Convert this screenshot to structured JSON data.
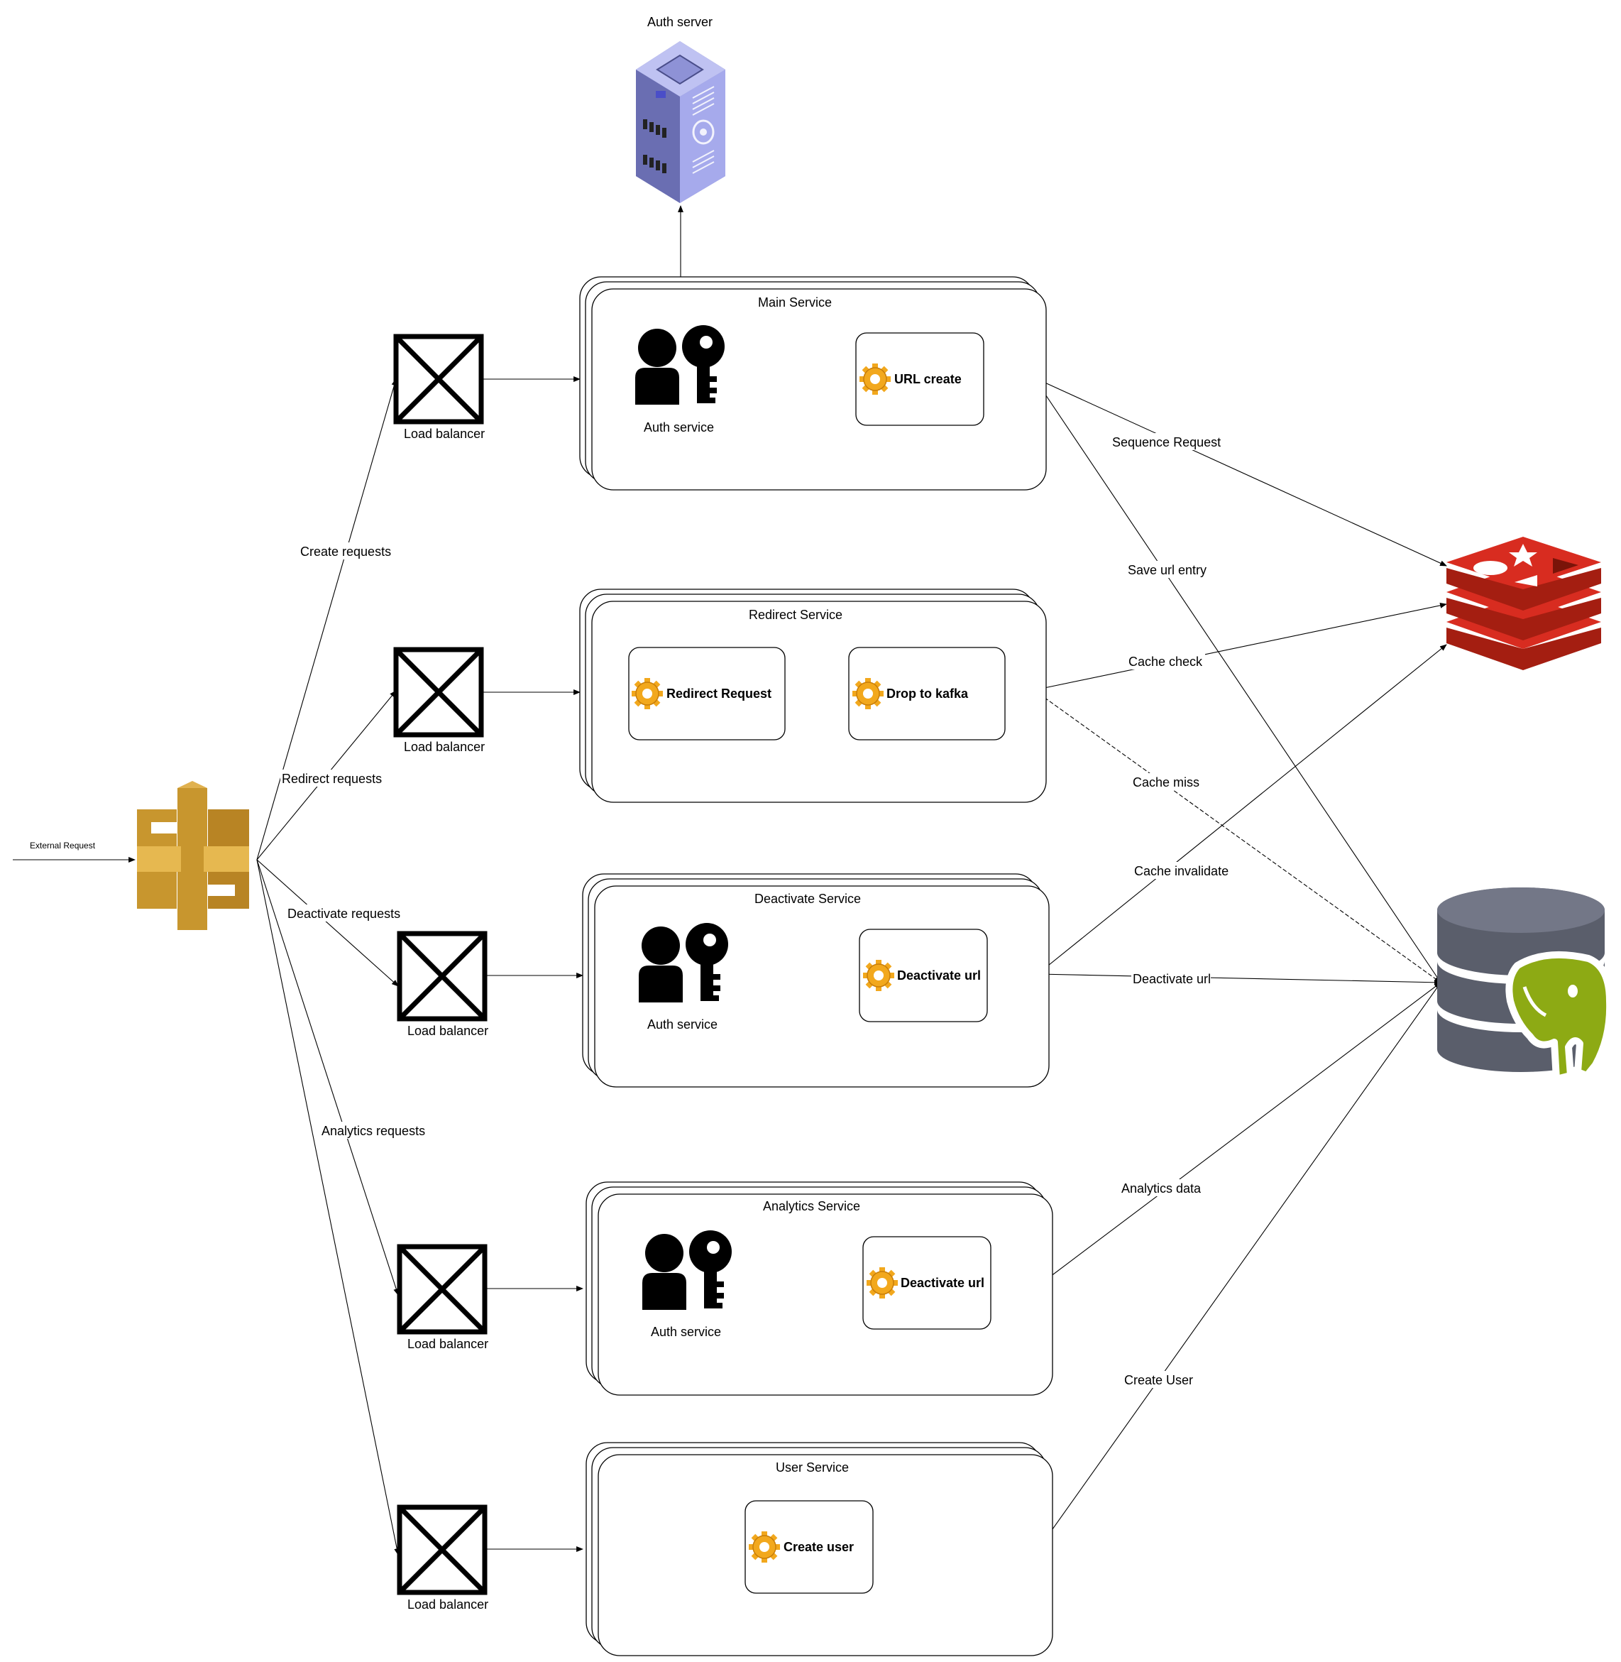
{
  "external_request": {
    "label": "External Request"
  },
  "auth_server": {
    "label": "Auth server"
  },
  "load_balancers": [
    {
      "label": "Load balancer"
    },
    {
      "label": "Load balancer"
    },
    {
      "label": "Load balancer"
    },
    {
      "label": "Load balancer"
    },
    {
      "label": "Load balancer"
    }
  ],
  "gateway_edges": {
    "create": "Create requests",
    "redirect": "Redirect requests",
    "deactivate": "Deactivate requests",
    "analytics": "Analytics requests"
  },
  "services": {
    "main": {
      "title": "Main Service",
      "auth_label": "Auth service",
      "component": "URL create"
    },
    "redirect": {
      "title": "Redirect Service",
      "component_1": "Redirect Request",
      "component_2": "Drop to kafka"
    },
    "deactivate": {
      "title": "Deactivate Service",
      "auth_label": "Auth service",
      "component": "Deactivate url"
    },
    "analytics": {
      "title": "Analytics Service",
      "auth_label": "Auth service",
      "component": "Deactivate url"
    },
    "user": {
      "title": "User Service",
      "component": "Create user"
    }
  },
  "data_edges": {
    "sequence_request": "Sequence Request",
    "save_url_entry": "Save url entry",
    "cache_check": "Cache check",
    "cache_miss": "Cache miss",
    "cache_invalidate": "Cache invalidate",
    "deactivate_url": "Deactivate url",
    "analytics_data": "Analytics data",
    "create_user": "Create User"
  },
  "icons": {
    "gateway": "api-gateway-icon",
    "server": "server-rack-icon",
    "cache": "redis-icon",
    "database": "postgresql-icon",
    "auth": "user-key-icon",
    "component": "gear-icon",
    "load_balancer": "crossed-box-icon"
  },
  "colors": {
    "gateway": "#C8962E",
    "redis": "#D32F2F",
    "db": "#5A5E6B",
    "elephant": "#8DAA14",
    "server": "#9B9FE0",
    "gear": "#F2A81D"
  }
}
